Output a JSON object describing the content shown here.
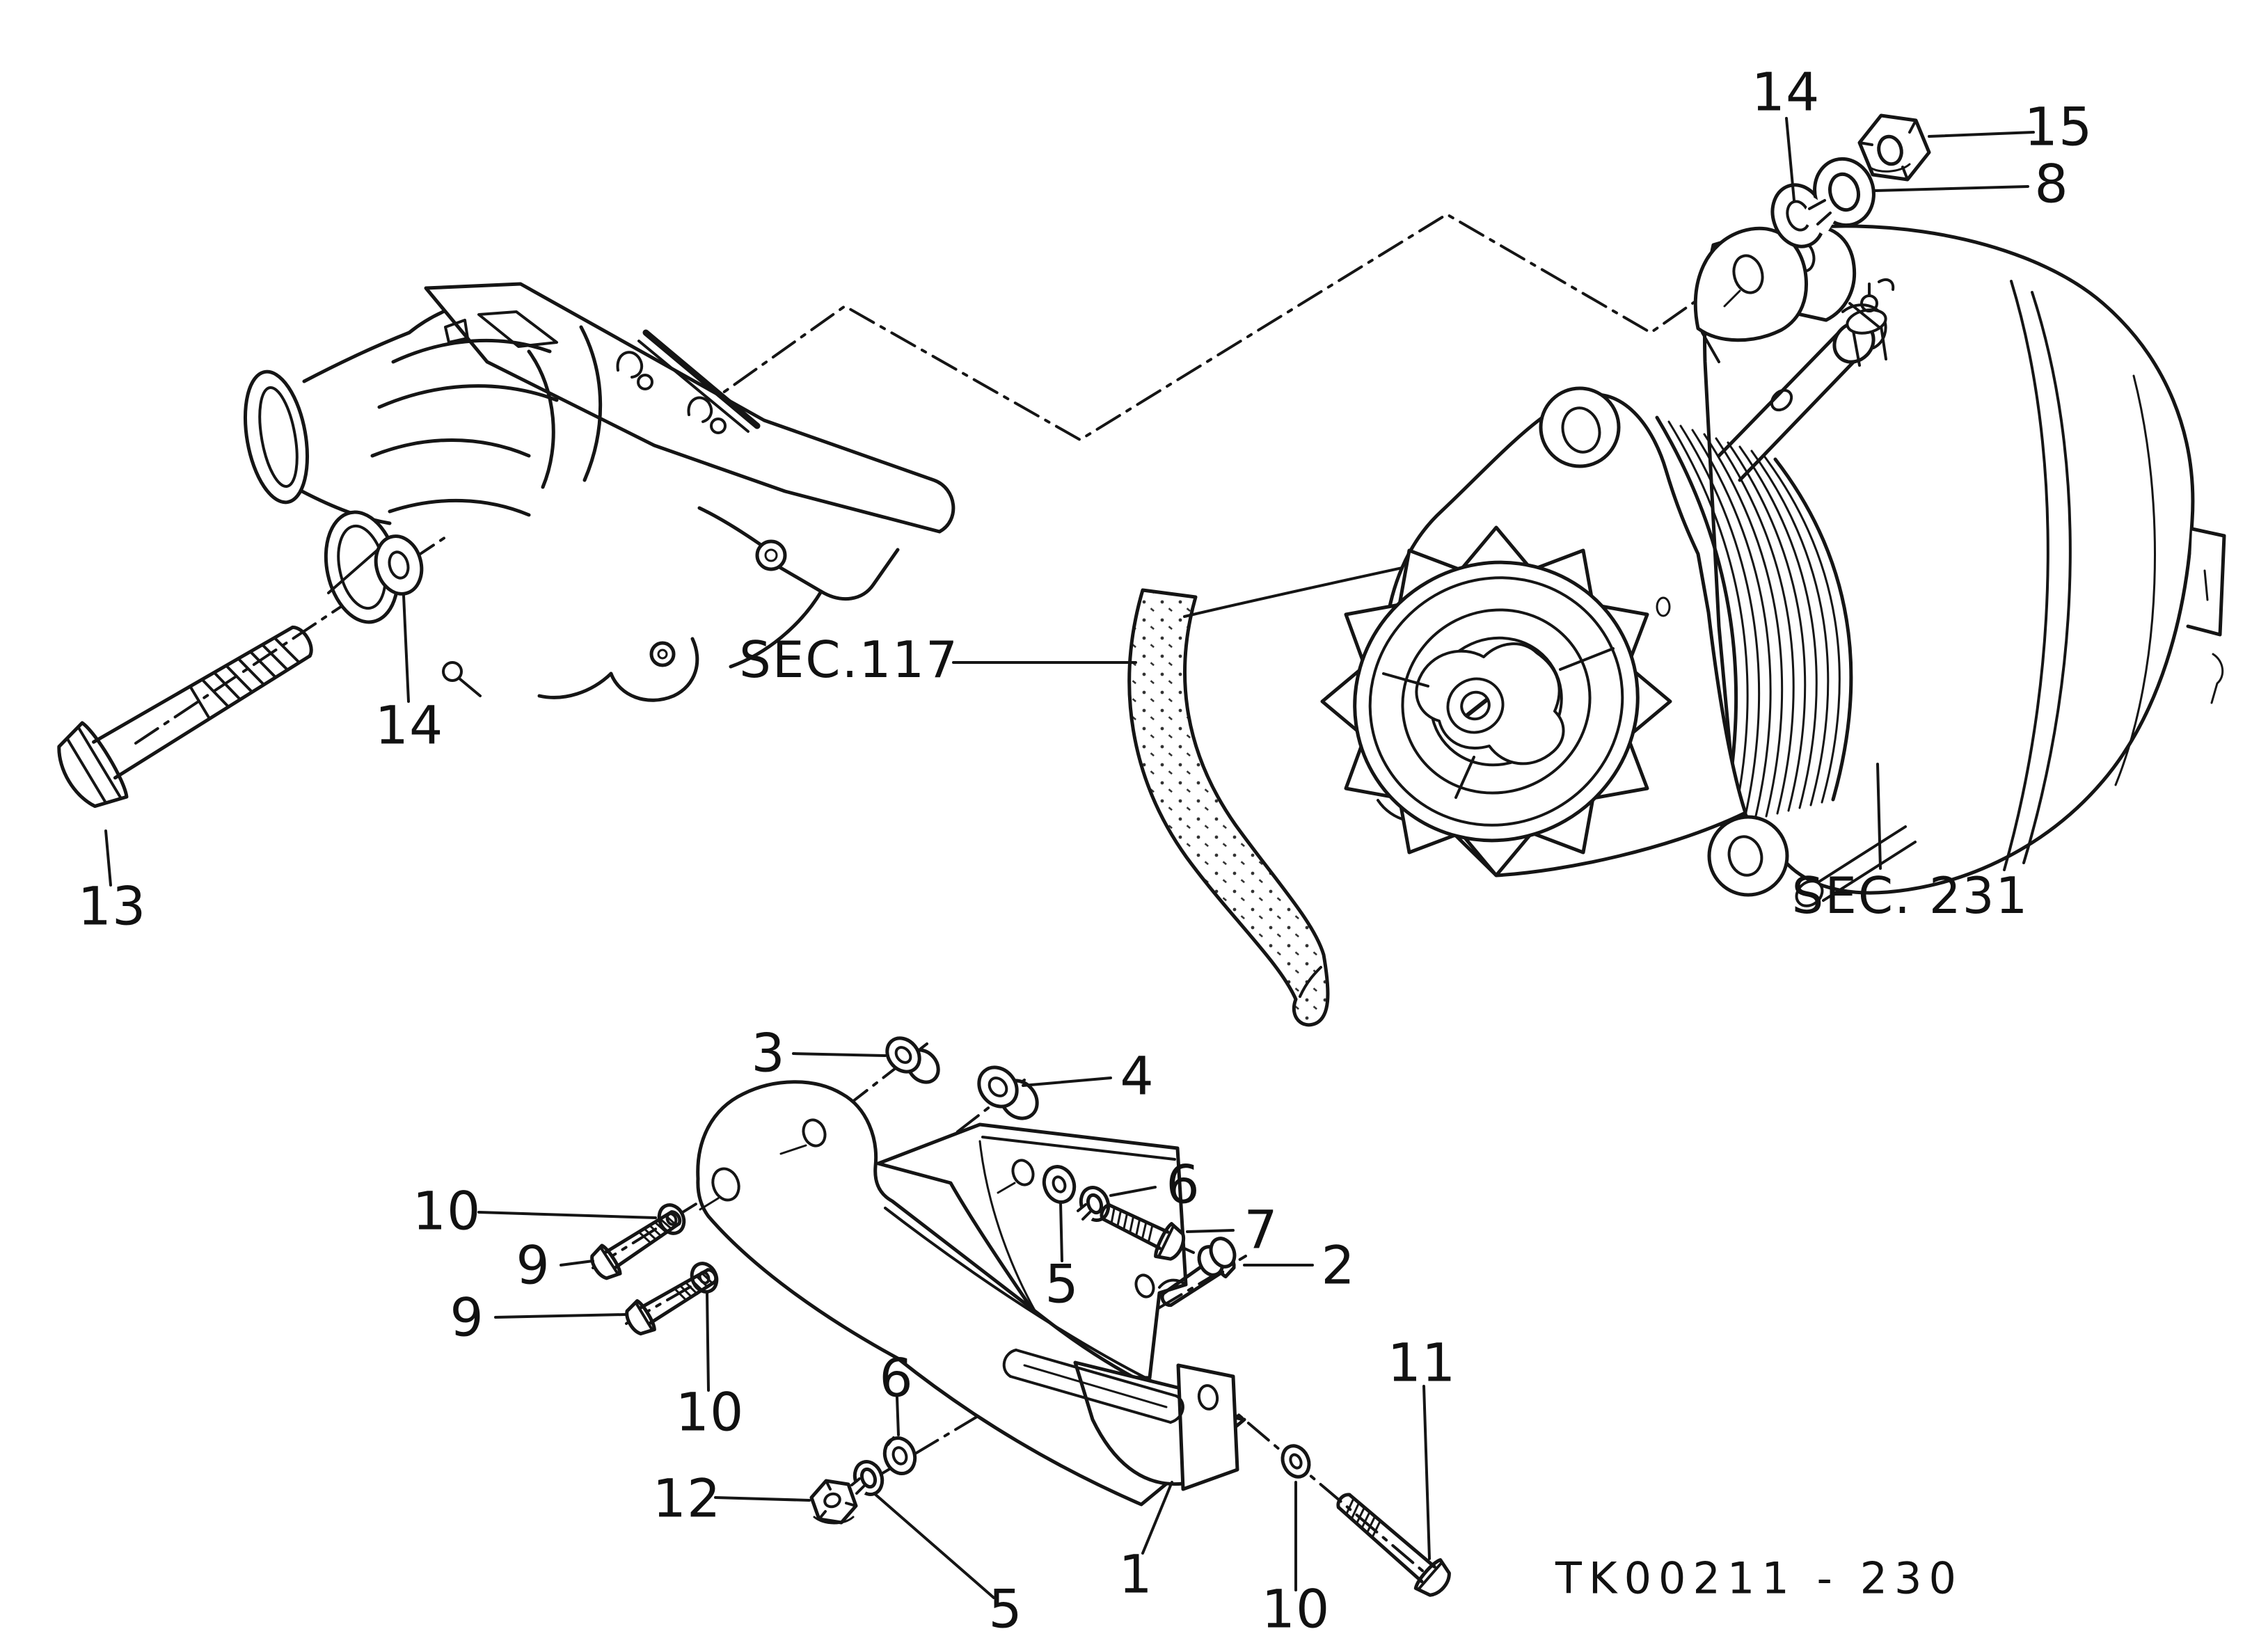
{
  "figure": {
    "drawing_code": "TK00211 - 230",
    "section_refs": [
      {
        "id": "sec-117",
        "text": "SEC.117"
      },
      {
        "id": "sec-231",
        "text": "SEC. 231"
      }
    ],
    "callouts": [
      {
        "id": "callout-1",
        "text": "1"
      },
      {
        "id": "callout-2",
        "text": "2"
      },
      {
        "id": "callout-3",
        "text": "3"
      },
      {
        "id": "callout-4",
        "text": "4"
      },
      {
        "id": "callout-5-upper",
        "text": "5"
      },
      {
        "id": "callout-5-lower",
        "text": "5"
      },
      {
        "id": "callout-6-upper",
        "text": "6"
      },
      {
        "id": "callout-6-lower",
        "text": "6"
      },
      {
        "id": "callout-7",
        "text": "7"
      },
      {
        "id": "callout-8",
        "text": "8"
      },
      {
        "id": "callout-9-upper",
        "text": "9"
      },
      {
        "id": "callout-9-lower",
        "text": "9"
      },
      {
        "id": "callout-10-left-upper",
        "text": "10"
      },
      {
        "id": "callout-10-left-lower",
        "text": "10"
      },
      {
        "id": "callout-10-right",
        "text": "10"
      },
      {
        "id": "callout-11",
        "text": "11"
      },
      {
        "id": "callout-12",
        "text": "12"
      },
      {
        "id": "callout-13",
        "text": "13"
      },
      {
        "id": "callout-14-left",
        "text": "14"
      },
      {
        "id": "callout-14-top",
        "text": "14"
      },
      {
        "id": "callout-15",
        "text": "15"
      }
    ]
  }
}
